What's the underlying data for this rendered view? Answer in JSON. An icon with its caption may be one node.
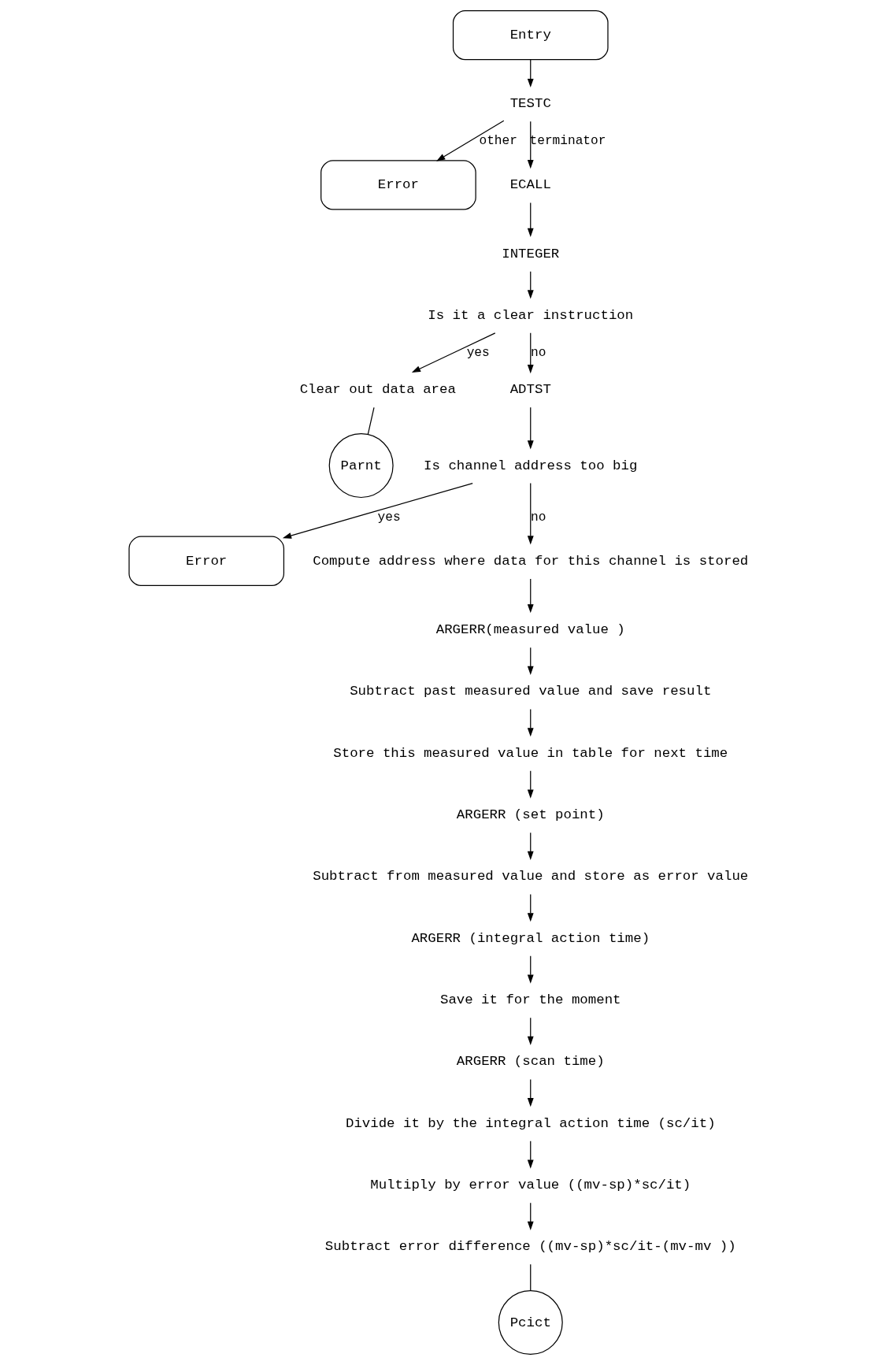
{
  "diagram": {
    "nodes": [
      {
        "text": [
          "Entry"
        ]
      },
      {
        "text": [
          "TESTC"
        ]
      },
      {
        "text": [
          "Error"
        ]
      },
      {
        "text": [
          "ECALL"
        ]
      },
      {
        "text": [
          "INTEGER"
        ]
      },
      {
        "text": [
          "Is it a clear instruction"
        ]
      },
      {
        "text": [
          "Clear out data area"
        ]
      },
      {
        "text": [
          "Parnt"
        ]
      },
      {
        "text": [
          "ADTST"
        ]
      },
      {
        "text": [
          "Is channel address too big"
        ]
      },
      {
        "text": [
          "Error"
        ]
      },
      {
        "text": [
          "Compute address where data for this channel is stored"
        ]
      },
      {
        "text": [
          "ARGERR(measured value )"
        ]
      },
      {
        "text": [
          "Subtract past measured value and save result"
        ]
      },
      {
        "text": [
          "Store this measured value in table for next time"
        ]
      },
      {
        "text": [
          "ARGERR (set point)"
        ]
      },
      {
        "text": [
          "Subtract from measured value and store as error value"
        ]
      },
      {
        "text": [
          "ARGERR (integral action time)"
        ]
      },
      {
        "text": [
          "Save it for the moment"
        ]
      },
      {
        "text": [
          "ARGERR (scan time)"
        ]
      },
      {
        "text": [
          "Divide it by the integral action time (sc/it)"
        ]
      },
      {
        "text": [
          "Multiply by error value ((mv-sp)*sc/it)"
        ]
      },
      {
        "text": [
          "Subtract error difference ((mv-sp)*sc/it-(mv-mv ))"
        ]
      },
      {
        "text": [
          "Pcict"
        ]
      }
    ],
    "edges": [
      {
        "from": 0,
        "to": 1,
        "arrow": "to"
      },
      {
        "from": 1,
        "to": 2,
        "arrow": "to",
        "label": "other"
      },
      {
        "from": 1,
        "to": 3,
        "arrow": "to",
        "label": "terminator"
      },
      {
        "from": 3,
        "to": 4,
        "arrow": "to"
      },
      {
        "from": 4,
        "to": 5,
        "arrow": "to"
      },
      {
        "from": 5,
        "to": 6,
        "arrow": "to",
        "label": "yes"
      },
      {
        "from": 6,
        "to": 7,
        "arrow": "none"
      },
      {
        "from": 5,
        "to": 8,
        "arrow": "to",
        "label": "no"
      },
      {
        "from": 8,
        "to": 9,
        "arrow": "to"
      },
      {
        "from": 9,
        "to": 10,
        "arrow": "to",
        "label": "yes"
      },
      {
        "from": 9,
        "to": 11,
        "arrow": "to",
        "label": "no"
      },
      {
        "from": 11,
        "to": 12,
        "arrow": "to"
      },
      {
        "from": 12,
        "to": 13,
        "arrow": "to"
      },
      {
        "from": 13,
        "to": 14,
        "arrow": "to"
      },
      {
        "from": 14,
        "to": 15,
        "arrow": "to"
      },
      {
        "from": 15,
        "to": 16,
        "arrow": "to"
      },
      {
        "from": 16,
        "to": 17,
        "arrow": "to"
      },
      {
        "from": 17,
        "to": 18,
        "arrow": "to"
      },
      {
        "from": 18,
        "to": 19,
        "arrow": "to"
      },
      {
        "from": 19,
        "to": 20,
        "arrow": "to"
      },
      {
        "from": 20,
        "to": 21,
        "arrow": "to"
      },
      {
        "from": 21,
        "to": 22,
        "arrow": "to"
      },
      {
        "from": 22,
        "to": 23,
        "arrow": "none"
      }
    ]
  }
}
